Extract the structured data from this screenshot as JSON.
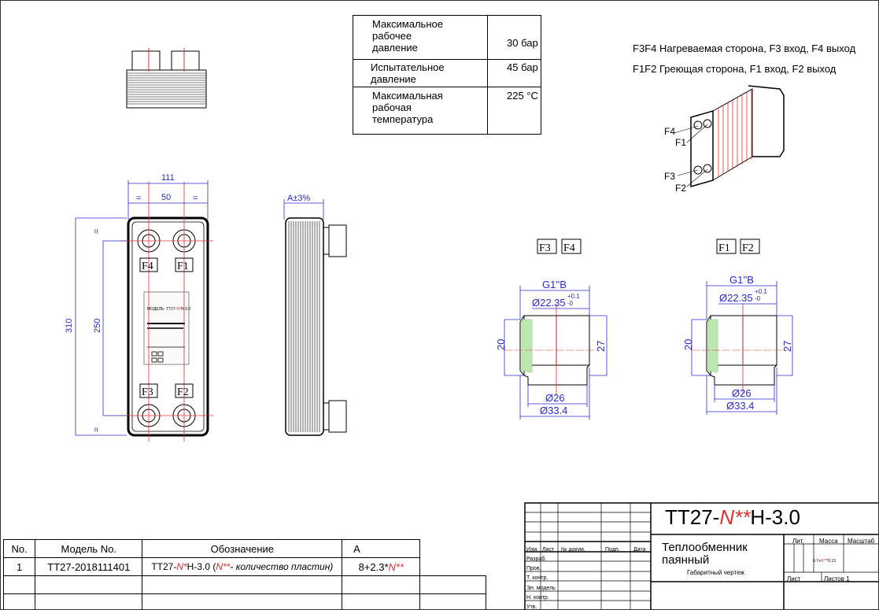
{
  "spec_table": [
    {
      "label": "Максимальное рабочее давление",
      "value": "30 бар"
    },
    {
      "label": "Испытательное давление",
      "value": "45 бар"
    },
    {
      "label": "Максимальная рабочая температура",
      "value": "225 °C"
    }
  ],
  "legend": {
    "heated": "F3F4 Нагреваемая сторона, F3 вход, F4 выход",
    "heating": "F1F2 Греющая сторона, F1 вход, F2 выход"
  },
  "ports": {
    "f1": "F1",
    "f2": "F2",
    "f3": "F3",
    "f4": "F4"
  },
  "dimensions": {
    "width_total": "111",
    "port_spacing": "50",
    "height_total": "310",
    "port_height": "250",
    "thickness": "A±3%",
    "thread": "G1''B",
    "bore": "Ø22.35",
    "tol_plus": "+0.1",
    "tol_minus": "-0",
    "inner_d": "Ø26",
    "outer_d": "Ø33.4",
    "length_20": "20",
    "length_27": "27",
    "eq_mark": "="
  },
  "nameplate": {
    "line1": "МОДЕЛЬ: ТТ27-",
    "n": "N*",
    "line1b": "Н-3.0"
  },
  "bom": {
    "headers": [
      "No.",
      "Модель No.",
      "Обозначение",
      "A"
    ],
    "row": {
      "no": "1",
      "model": "TT27-2018111401",
      "desig_a": "TT27-",
      "desig_n": "N*",
      "desig_b": "H-3.0",
      "note_open": "(",
      "note_n": "N**",
      "note_text": "- количество пластин)",
      "a_a": "8+2.3*",
      "a_n": "N**"
    }
  },
  "title_block": {
    "designation_a": "TT27-",
    "designation_n": "N**",
    "designation_b": "H-3.0",
    "name_line1": "Теплообменник",
    "name_line2": "паянный",
    "doc_type": "Габаритный чертеж",
    "hdr_izm": "Изм.",
    "hdr_list": "Лист",
    "hdr_ndoc": "№ докум.",
    "hdr_sign": "Подп.",
    "hdr_date": "Дата",
    "razrab": "Разраб.",
    "prov": "Пров.",
    "tkontr": "Т. контр.",
    "elmodel": "Эл. модель",
    "nkontr": "Н. контр.",
    "utv": "Утв.",
    "lit": "Лит.",
    "massa": "Масса",
    "masshtab": "Масштаб",
    "mass_a": "0.7+",
    "mass_n": "N**",
    "mass_b": "*0.13",
    "list": "Лист",
    "listov": "Листов 1"
  }
}
